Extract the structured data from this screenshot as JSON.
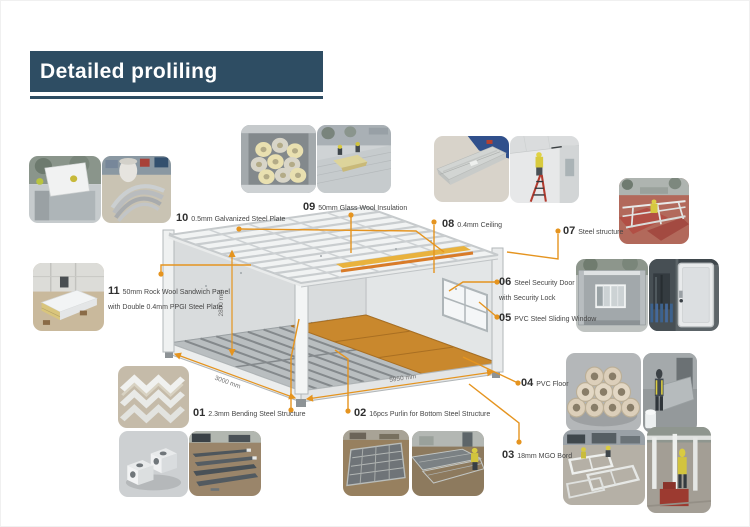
{
  "title": "Detailed proliling",
  "colors": {
    "banner": "#2e4d63",
    "accent": "#e5941f"
  },
  "dimensions": {
    "height": "2800 mm",
    "width": "3000 mm",
    "length": "5950 mm"
  },
  "callouts": {
    "c01": {
      "num": "01",
      "text": "2.3mm Bending Steel Structure"
    },
    "c02": {
      "num": "02",
      "text": "16pcs Purlin for Bottom Steel Structure"
    },
    "c03": {
      "num": "03",
      "text": "18mm MGO Bord"
    },
    "c04": {
      "num": "04",
      "text": "PVC Floor"
    },
    "c05": {
      "num": "05",
      "text": "PVC Steel Sliding Window"
    },
    "c06": {
      "num": "06",
      "text": "Steel Security Door",
      "text2": "with Security Lock"
    },
    "c07": {
      "num": "07",
      "text": "Steel structure"
    },
    "c08": {
      "num": "08",
      "text": "0.4mm Ceiling"
    },
    "c09": {
      "num": "09",
      "text": "50mm Glass Wool Insulation"
    },
    "c10": {
      "num": "10",
      "text": "0.5mm Galvanized Steel Plate"
    },
    "c11": {
      "num": "11",
      "text": "50mm Rock Wool Sandwich Panel",
      "text2": "with Double 0.4mm PPGI Steel Plate"
    }
  },
  "photos": [
    "panel-installation",
    "bending-steel-sheets",
    "rock-wool-sandwich-panel",
    "glass-wool-rolls",
    "roof-insulation-work",
    "ceiling-panel-stack",
    "ceiling-installation",
    "steel-structure-frame",
    "container-with-window",
    "security-door",
    "pvc-floor-rolls",
    "mgo-board-handling",
    "window-frames-yard",
    "structure-with-worker",
    "bottom-floor-grid",
    "floor-grid-layout",
    "bending-steel-profiles",
    "steel-corner-blocks",
    "steel-strips-yard"
  ]
}
